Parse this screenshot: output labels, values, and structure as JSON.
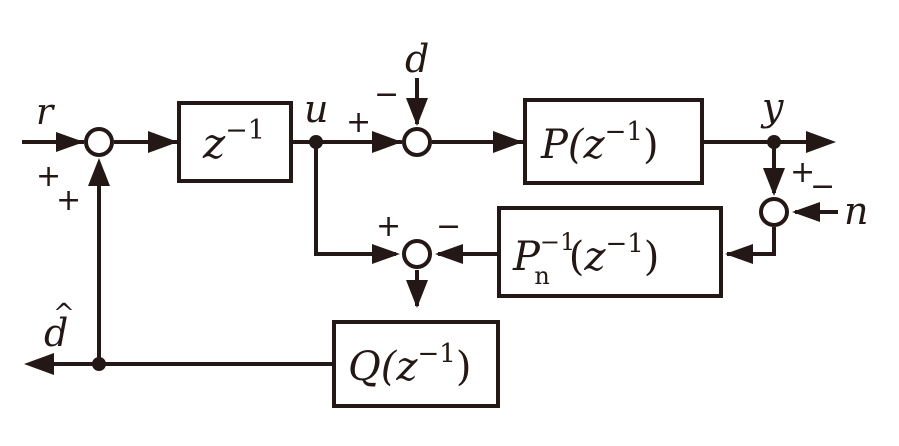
{
  "signals": {
    "r": "r",
    "d": "d",
    "u": "u",
    "y": "y",
    "n": "n",
    "d_hat": "d",
    "hat_mark": "^"
  },
  "blocks": {
    "delay": {
      "base": "z",
      "exp": "−1"
    },
    "plant": {
      "pre": "P(",
      "var": "z",
      "exp": "−1",
      "post": ")"
    },
    "inverse_model": {
      "base": "P",
      "sub": "n",
      "exp": "−1",
      "mid": "(",
      "var": "z",
      "exp2": "−1",
      "post": ")"
    },
    "filter": {
      "pre": "Q(",
      "var": "z",
      "exp": "−1",
      "post": ")"
    }
  },
  "signs": {
    "s1_top": "+",
    "s1_bottom": "+",
    "s2_left": "+",
    "s2_top": "−",
    "s3_left": "+",
    "s3_right": "−",
    "s4_top": "+",
    "s4_right": "−"
  },
  "colors": {
    "ink": "#231815",
    "background": "#ffffff"
  }
}
